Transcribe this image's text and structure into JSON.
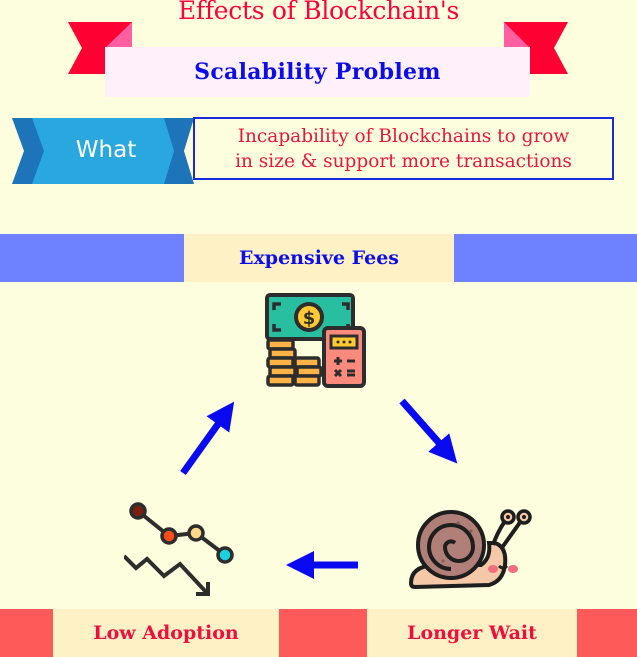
{
  "header": {
    "title_line1": "Effects of Blockchain's",
    "title_line2": "Scalability Problem"
  },
  "definition": {
    "label": "What",
    "text": "Incapability of Blockchains to grow\nin size & support more transactions"
  },
  "cycle": {
    "nodes": [
      {
        "id": "expensive-fees",
        "label": "Expensive Fees",
        "icon": "money-calculator-icon"
      },
      {
        "id": "longer-wait",
        "label": "Longer Wait",
        "icon": "snail-icon"
      },
      {
        "id": "low-adoption",
        "label": "Low Adoption",
        "icon": "declining-chart-icon"
      }
    ],
    "arrow_color": "#0a0af0"
  },
  "colors": {
    "background": "#fdfede",
    "title_red": "#ff003c",
    "subtitle_blue": "#0d0de8",
    "top_band_blue": "#6e82ff",
    "bottom_band_red": "#ff5a5a",
    "label_bg": "#fff1c6",
    "what_blue": "#29a8e0",
    "what_dark_blue": "#1d74b8"
  }
}
